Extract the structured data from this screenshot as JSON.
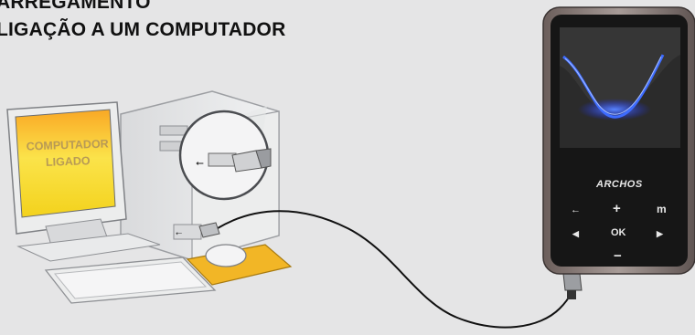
{
  "heading": {
    "line1": "ARREGAMENTO",
    "line2": "LIGAÇÃO A UM COMPUTADOR"
  },
  "computer": {
    "screen_line1": "COMPUTADOR",
    "screen_line2": "LIGADO"
  },
  "player": {
    "brand": "ARCHOS",
    "buttons": {
      "back": "←",
      "plus": "+",
      "menu": "m",
      "left": "◀",
      "ok": "OK",
      "right": "▶",
      "minus": "−"
    }
  },
  "colors": {
    "background": "#e5e5e6",
    "screen_yellow": "#f4d21a",
    "mousepad": "#f2b626",
    "player_body": "#1c1c1c",
    "player_glow": "#2a5cff"
  },
  "icons": [
    "usb-icon",
    "usb-cable-icon"
  ]
}
